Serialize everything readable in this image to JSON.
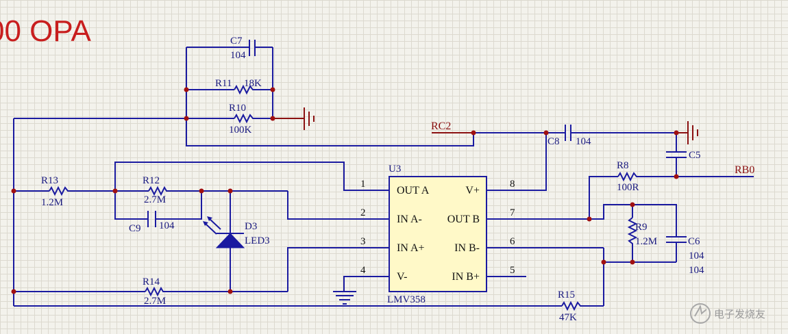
{
  "title": "00 OPA",
  "ic": {
    "designator": "U3",
    "part": "LMV358",
    "left_pins": [
      {
        "num": "1",
        "name": "OUT A"
      },
      {
        "num": "2",
        "name": "IN A-"
      },
      {
        "num": "3",
        "name": "IN A+"
      },
      {
        "num": "4",
        "name": "V-"
      }
    ],
    "right_pins": [
      {
        "num": "8",
        "name": "V+"
      },
      {
        "num": "7",
        "name": "OUT B"
      },
      {
        "num": "6",
        "name": "IN B-"
      },
      {
        "num": "5",
        "name": "IN B+"
      }
    ]
  },
  "components": {
    "C7": {
      "ref": "C7",
      "value": "104"
    },
    "R11": {
      "ref": "R11",
      "value": "18K"
    },
    "R10": {
      "ref": "R10",
      "value": "100K"
    },
    "R13": {
      "ref": "R13",
      "value": "1.2M"
    },
    "R12": {
      "ref": "R12",
      "value": "2.7M"
    },
    "C9": {
      "ref": "C9",
      "value": "104"
    },
    "D3": {
      "ref": "D3",
      "value": "LED3"
    },
    "R14": {
      "ref": "R14",
      "value": "2.7M"
    },
    "C8": {
      "ref": "C8",
      "value": "104"
    },
    "C5": {
      "ref": "C5"
    },
    "R8": {
      "ref": "R8",
      "value": "100R"
    },
    "R9": {
      "ref": "R9",
      "value": "1.2M"
    },
    "C6": {
      "ref": "C6",
      "value": "104",
      "value2": "104"
    },
    "R15": {
      "ref": "R15",
      "value": "47K"
    }
  },
  "nets": {
    "rc2": "RC2",
    "rb0": "RB0"
  },
  "watermark": "电子发烧友",
  "colors": {
    "wire": "#1a1aa0",
    "net_label": "#8a1010",
    "junction": "#a01010",
    "title": "#c81e1e"
  }
}
